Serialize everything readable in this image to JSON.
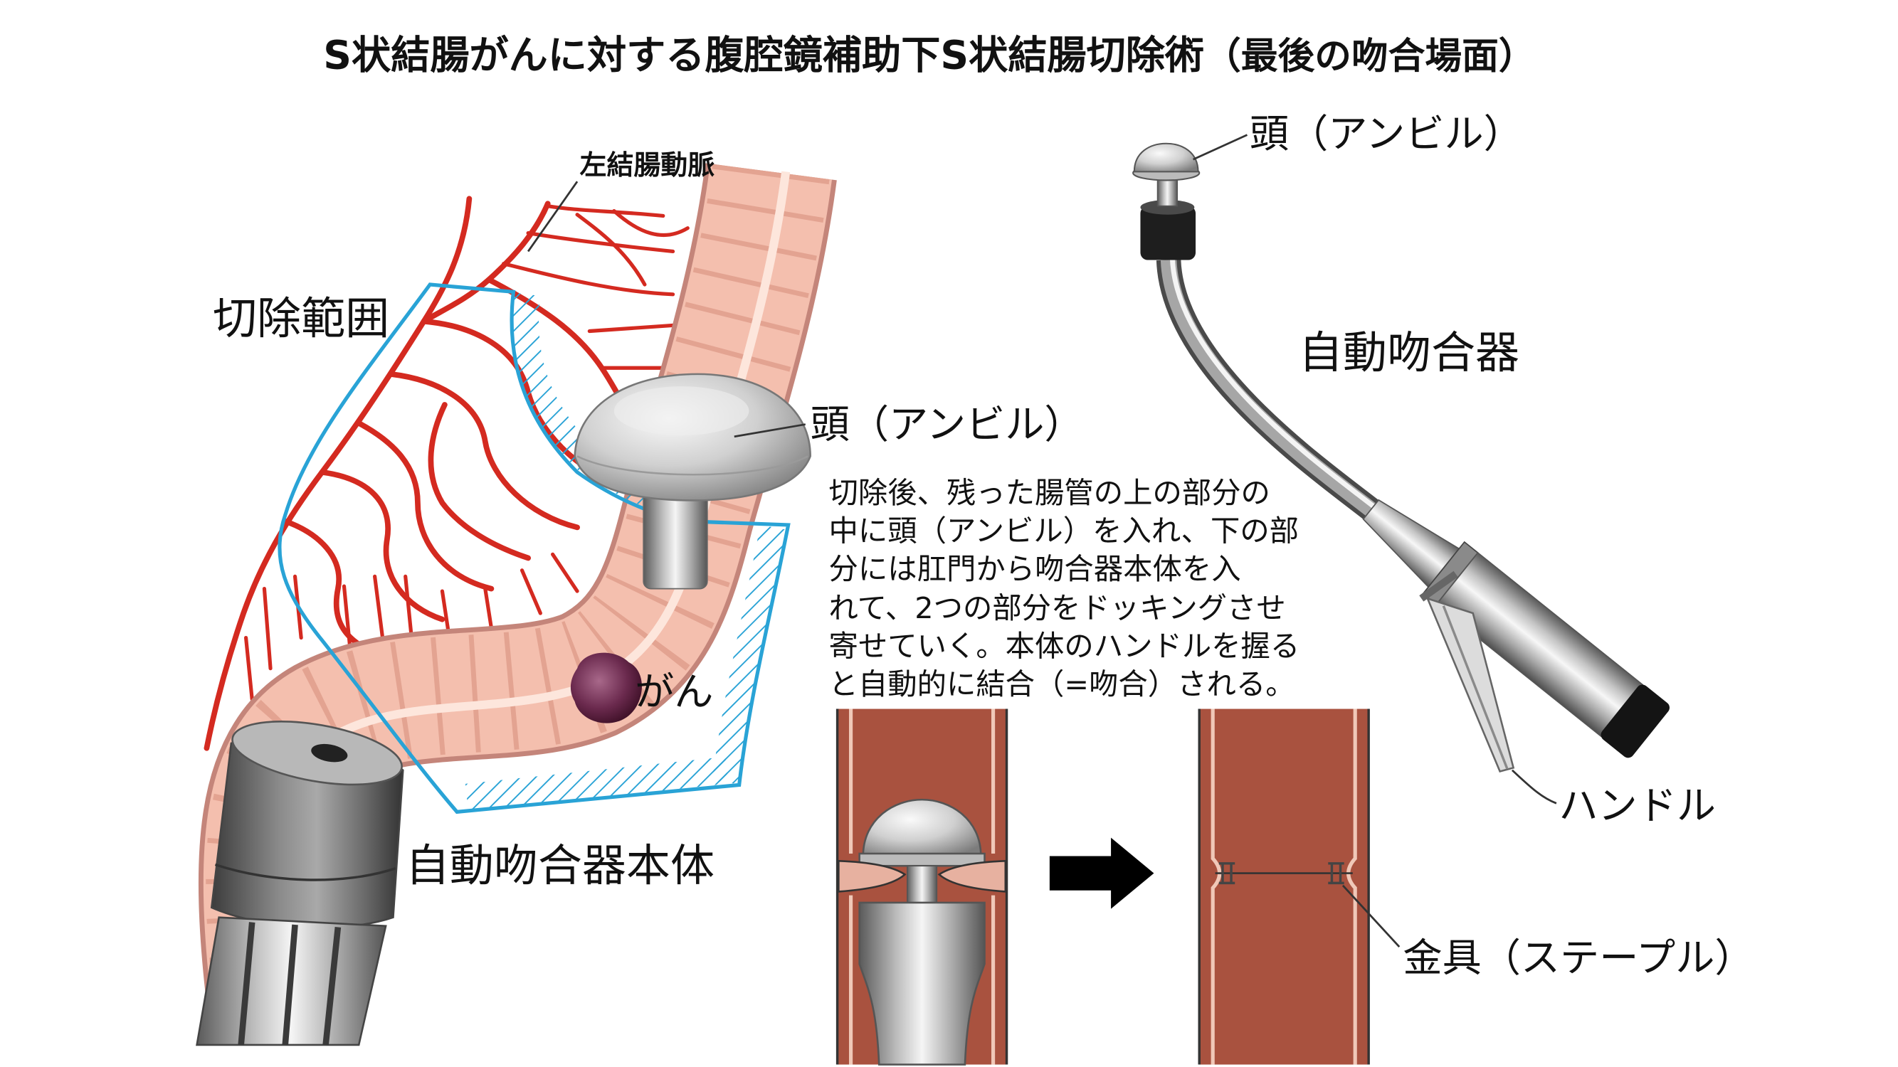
{
  "title": {
    "main": "S状結腸がんに対する腹腔鏡補助下S状結腸切除術",
    "sub": "（最後の吻合場面）"
  },
  "surgical_field": {
    "artery_label": "左結腸動脈",
    "resection_label": "切除範囲",
    "anvil_label": "頭（アンビル）",
    "cancer_label": "がん",
    "stapler_body_label": "自動吻合器本体"
  },
  "explanation": {
    "lines": [
      "切除後、残った腸管の上の部分の",
      "中に頭（アンビル）を入れ、下の部",
      "分には肛門から吻合器本体を入",
      "れて、2つの部分をドッキングさせ",
      "寄せていく。本体のハンドルを握る",
      "と自動的に結合（=吻合）される。"
    ]
  },
  "anastomosis_steps": {
    "staple_label": "金具（ステープル）"
  },
  "stapler_device": {
    "anvil_label": "頭（アンビル）",
    "device_label": "自動吻合器",
    "handle_label": "ハンドル"
  },
  "colors": {
    "resection_outline": "#29a3d6",
    "artery": "#d42a20",
    "colon": "#f4bfae",
    "lumen": "#a9523f",
    "cancer": "#6b2a4e",
    "text": "#111111"
  }
}
